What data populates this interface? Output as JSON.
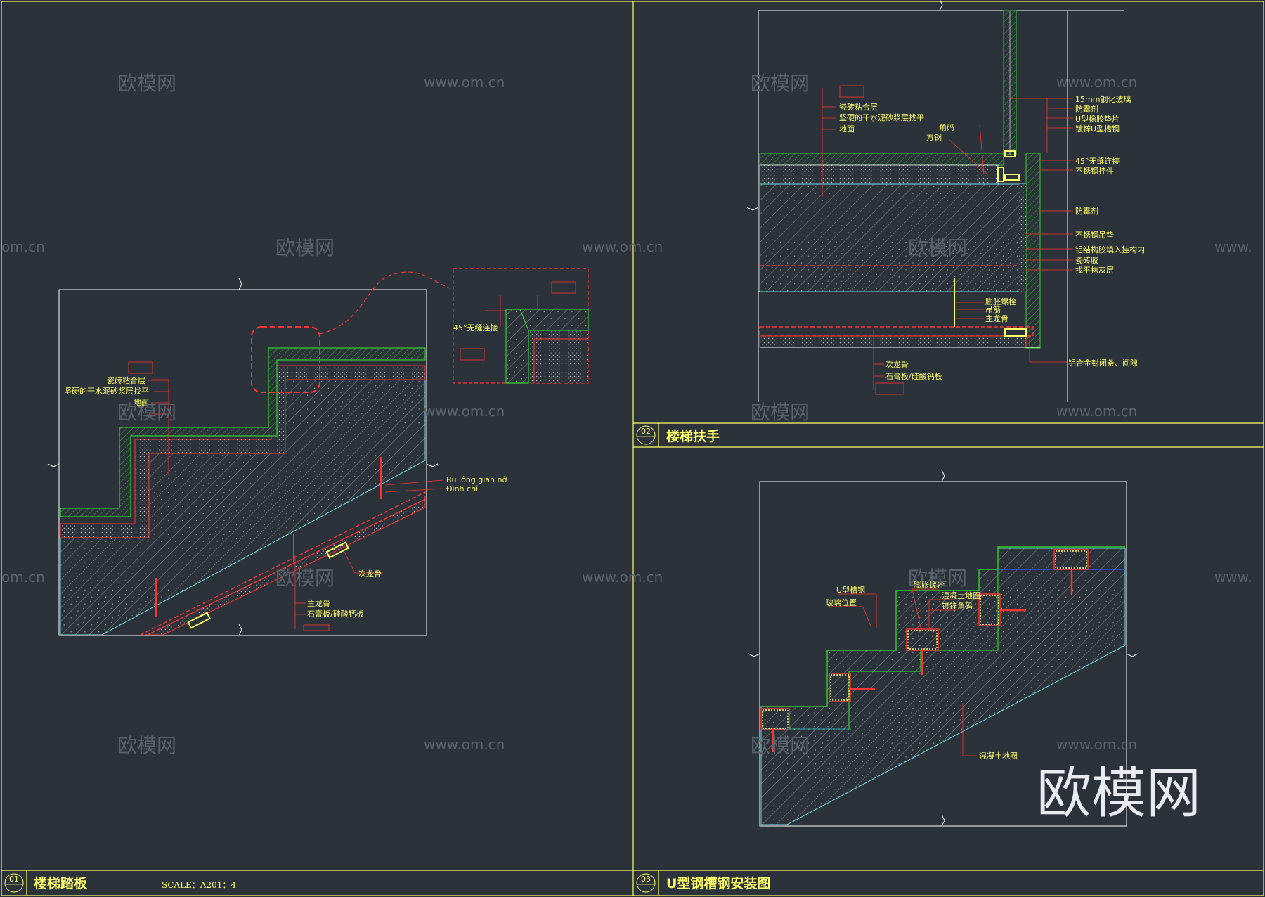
{
  "panels": {
    "p01": {
      "number": "01",
      "title": "楼梯踏板",
      "scale": "SCALE：A201：4"
    },
    "p02": {
      "number": "02",
      "title": "楼梯扶手"
    },
    "p03": {
      "number": "03",
      "title": "U型钢槽钢安装图"
    }
  },
  "labels01": {
    "tile_adhesive": "瓷砖粘合层",
    "mortar": "坚硬的干水泥砂浆层找平",
    "ground": "地面",
    "bolt": "Bu lông giãn nở",
    "nail": "Đinh chỉ",
    "sub_keel": "次龙骨",
    "main_keel": "主龙骨",
    "board": "石膏板/硅酸钙板",
    "seam": "45°无缝连接"
  },
  "labels02": {
    "tile_adhesive": "瓷砖粘合层",
    "mortar": "坚硬的干水泥砂浆层找平",
    "ground": "地面",
    "corner_code": "角码",
    "square_steel": "方钢",
    "glass": "15mm钢化玻璃",
    "anti_mold": "防霉剂",
    "u_rubber": "U型橡胶垫片",
    "u_steel": "镀锌U型槽钢",
    "seam": "45°无缝连接",
    "ss_hanger": "不锈钢挂件",
    "anti_mold2": "防霉剂",
    "ss_pad": "不锈钢吊垫",
    "struct_glue": "铝结构胶填入挂构内",
    "tile_glue": "瓷砖胶",
    "plaster": "找平抹灰层",
    "exp_bolt": "膨胀螺栓",
    "hanger_bar": "吊筋",
    "main_keel": "主龙骨",
    "sub_keel": "次龙骨",
    "board": "石膏板/硅酸钙板",
    "alu_strip": "铝合金封闭条、间隙"
  },
  "labels03": {
    "u_steel": "U型槽钢",
    "glass_pos": "玻璃位置",
    "exp_bolt": "膨胀螺栓",
    "concrete_fill": "混凝土地圈",
    "galv_angle": "镀锌角码",
    "concrete": "混凝土地圈"
  },
  "watermarks": {
    "cn": "欧模网",
    "url": "www.om.cn",
    "url_cut": "om.cn",
    "url_cut2": "www."
  },
  "colors": {
    "background": "#2b323a",
    "frame": "#ffff66",
    "outline": "#ffffff",
    "finish": "#33cc33",
    "dim": "#ff3333",
    "concrete": "#77ddee",
    "tag": "#ff3333"
  }
}
